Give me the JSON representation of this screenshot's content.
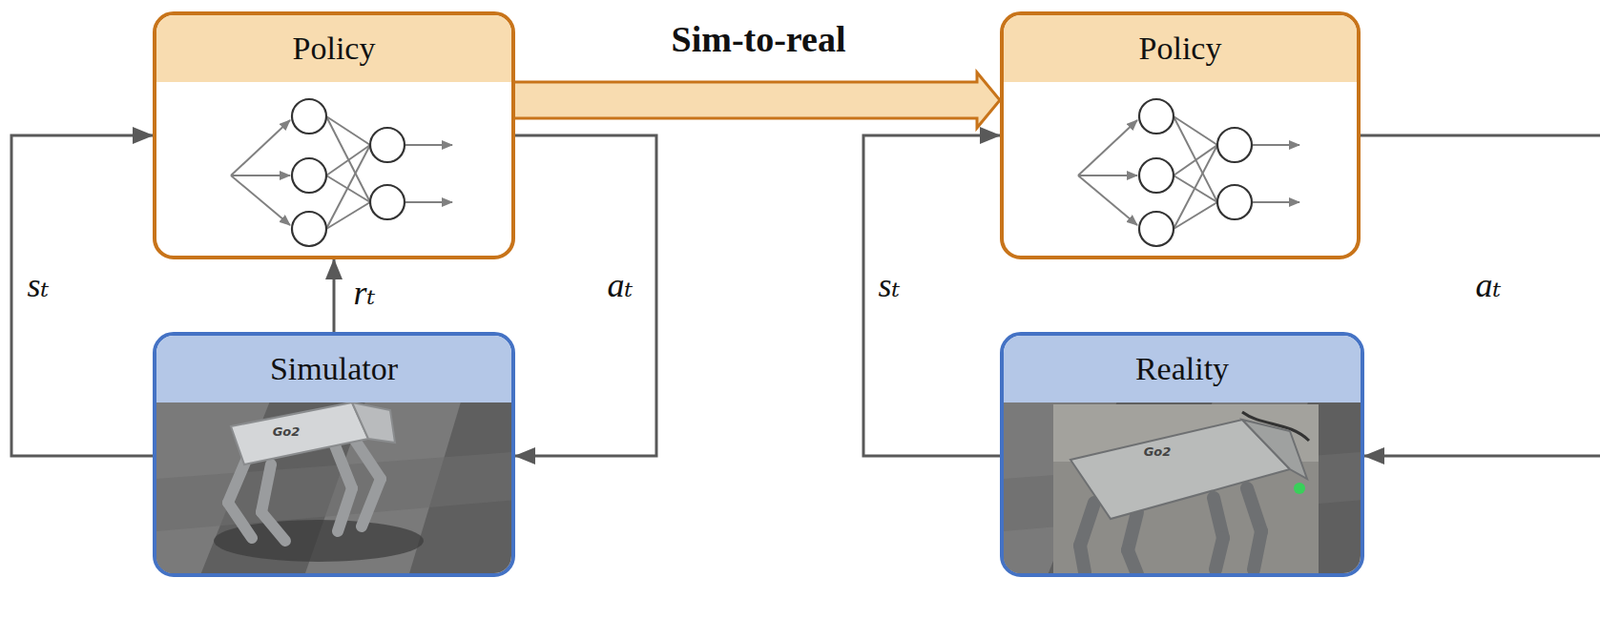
{
  "diagram": {
    "nodes": [
      {
        "text": [
          "Policy"
        ]
      },
      {
        "text": [
          "Simulator"
        ]
      },
      {
        "text": [
          "Policy"
        ]
      },
      {
        "text": [
          "Reality"
        ]
      }
    ],
    "edges": [
      {
        "from": 1,
        "to": 0,
        "label": "sₜ",
        "arrow": "to"
      },
      {
        "from": 1,
        "to": 0,
        "label": "rₜ",
        "arrow": "to"
      },
      {
        "from": 0,
        "to": 1,
        "label": "aₜ",
        "arrow": "to"
      },
      {
        "from": 0,
        "to": 2,
        "label": "Sim-to-real",
        "arrow": "to"
      },
      {
        "from": 3,
        "to": 2,
        "label": "sₜ",
        "arrow": "to"
      },
      {
        "from": 2,
        "to": 3,
        "label": "aₜ",
        "arrow": "to"
      }
    ],
    "labels": [
      "Go2",
      "Go2"
    ]
  }
}
